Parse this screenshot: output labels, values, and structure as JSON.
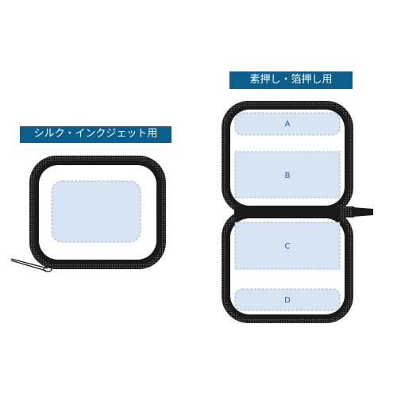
{
  "labels": {
    "silk_inkjet": "シルク・インクジェット用",
    "embossing_foil": "素押し・箔押し用"
  },
  "zones": {
    "a": "A",
    "b": "B",
    "c": "C",
    "d": "D"
  },
  "colors": {
    "label_bg": "#0b5f8c",
    "zone_fill": "#d6e3f3",
    "zone_text": "#1b5fa8",
    "frame": "#1a1a1a"
  }
}
